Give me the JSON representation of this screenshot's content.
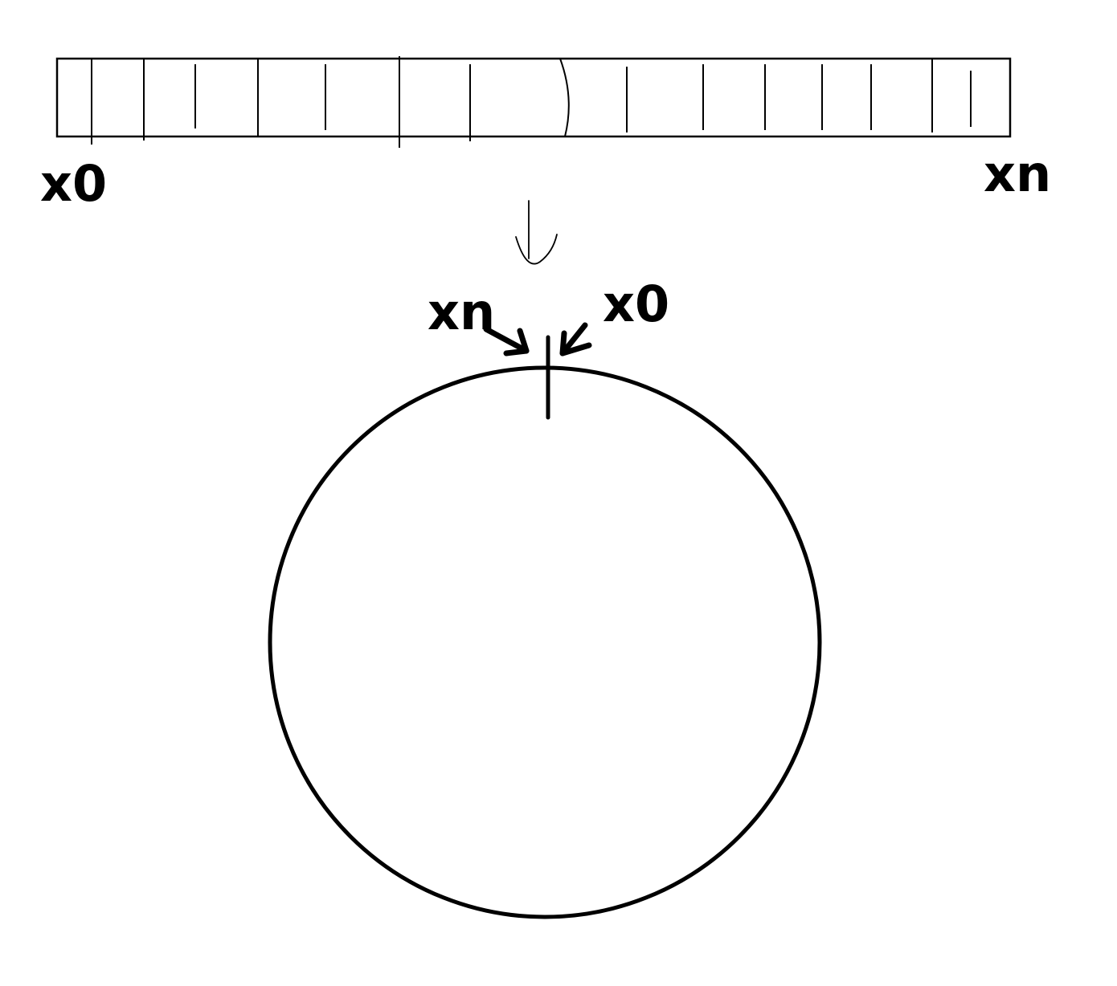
{
  "linear_array": {
    "start_label": "x0",
    "end_label": "xn"
  },
  "ring": {
    "end_label": "xn",
    "start_label": "x0"
  },
  "colors": {
    "stroke": "#000000",
    "background": "#ffffff"
  }
}
